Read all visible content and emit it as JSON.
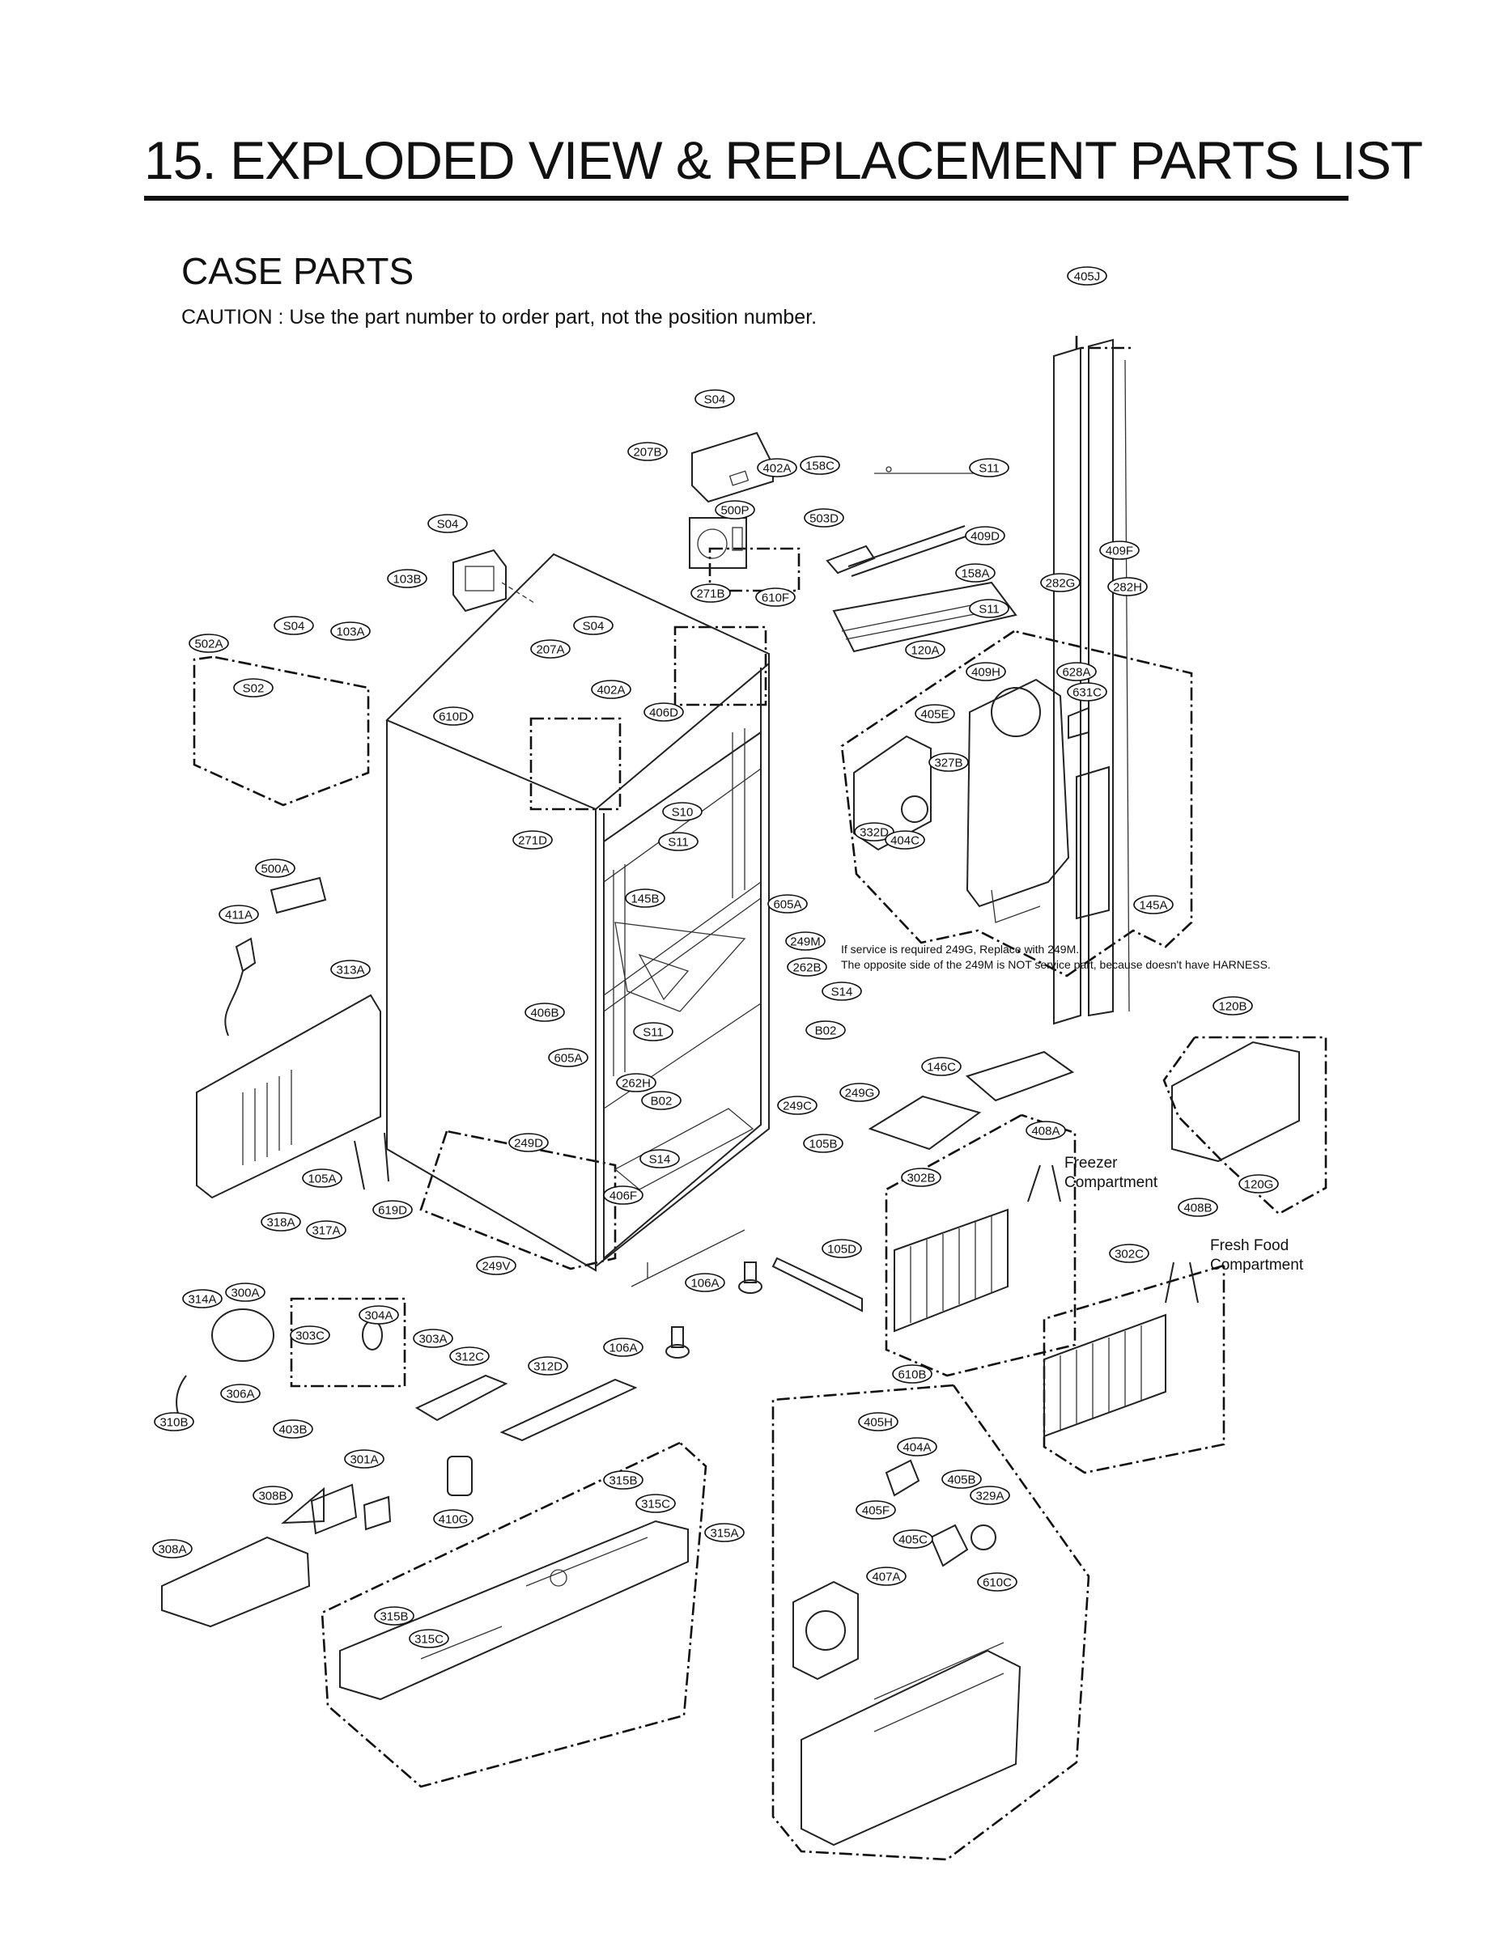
{
  "header": {
    "title": "15. EXPLODED VIEW & REPLACEMENT PARTS LIST",
    "section": "CASE PARTS",
    "caution": "CAUTION : Use the part number to order part, not the position number."
  },
  "notes": {
    "service_line1": "If service is required 249G, Replace with 249M.",
    "service_line2": "The opposite side of the 249M is NOT service part, because doesn't have HARNESS."
  },
  "compartments": {
    "freezer": [
      "Freezer",
      "Compartment"
    ],
    "fresh_food": [
      "Fresh Food",
      "Compartment"
    ]
  },
  "labels": [
    "405J",
    "S04",
    "207B",
    "402A",
    "158C",
    "S11",
    "500P",
    "503D",
    "409D",
    "409F",
    "S04",
    "103B",
    "271B",
    "610F",
    "158A",
    "282G",
    "282H",
    "S11",
    "502A",
    "S04",
    "103A",
    "S04",
    "207A",
    "402A",
    "406D",
    "120A",
    "409H",
    "628A",
    "631C",
    "S02",
    "610D",
    "405E",
    "327B",
    "S10",
    "332D",
    "404C",
    "271D",
    "S11",
    "145A",
    "500A",
    "145B",
    "605A",
    "411A",
    "249M",
    "262B",
    "313A",
    "S14",
    "406B",
    "B02",
    "120B",
    "S11",
    "605A",
    "146C",
    "262H",
    "249G",
    "B02",
    "249C",
    "408A",
    "249D",
    "S14",
    "105B",
    "105A",
    "302B",
    "406F",
    "120G",
    "619D",
    "318A",
    "317A",
    "408B",
    "105D",
    "302C",
    "249V",
    "106A",
    "314A",
    "300A",
    "304A",
    "303C",
    "303A",
    "106A",
    "312C",
    "312D",
    "610B",
    "306A",
    "310B",
    "405H",
    "403B",
    "404A",
    "301A",
    "405B",
    "315B",
    "308B",
    "329A",
    "315C",
    "405F",
    "410G",
    "315A",
    "405C",
    "308A",
    "407A",
    "610C",
    "315B",
    "315C"
  ]
}
